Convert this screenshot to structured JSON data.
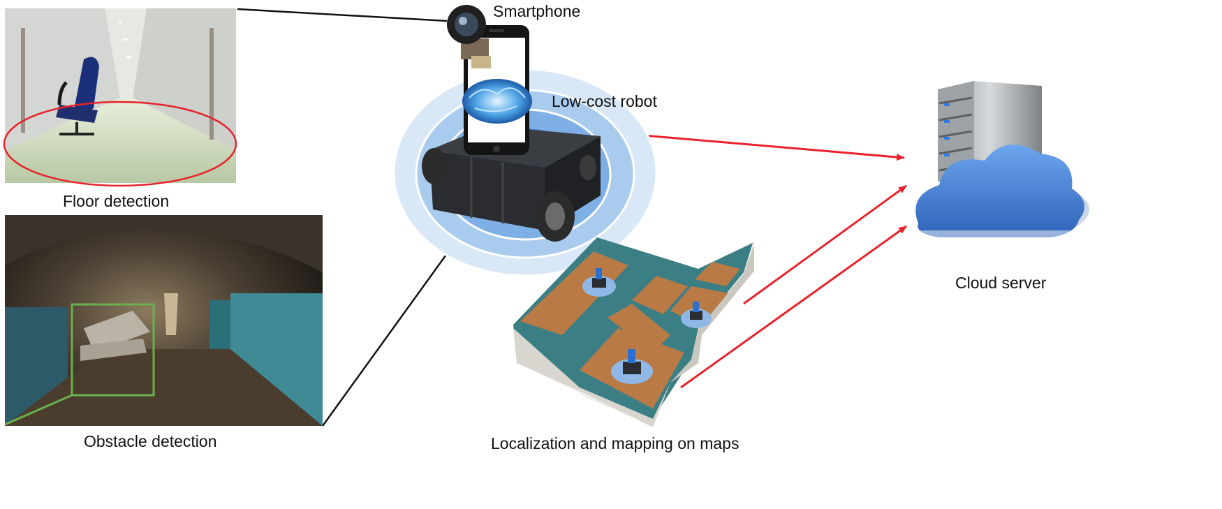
{
  "labels": {
    "smartphone": "Smartphone",
    "low_cost_robot": "Low-cost robot",
    "floor_detection": "Floor detection",
    "obstacle_detection": "Obstacle detection",
    "localization_mapping": "Localization and mapping on maps",
    "cloud_server": "Cloud server"
  },
  "colors": {
    "arrow_red": "#e8222a",
    "connector_black": "#111111",
    "floor_ellipse_red": "#e8222a",
    "obstacle_box_green": "#6ab04c",
    "wifi_ring_light": "#d9e8f6",
    "wifi_ring_mid": "#a9cbee",
    "wifi_ring_dark": "#4a86d6",
    "cloud_blue": "#3b78d4",
    "room_teal": "#3b7f85",
    "room_floor": "#b97a45"
  },
  "icons": [
    "camera-icon",
    "brain-icon",
    "server-rack-icon",
    "cloud-icon"
  ]
}
